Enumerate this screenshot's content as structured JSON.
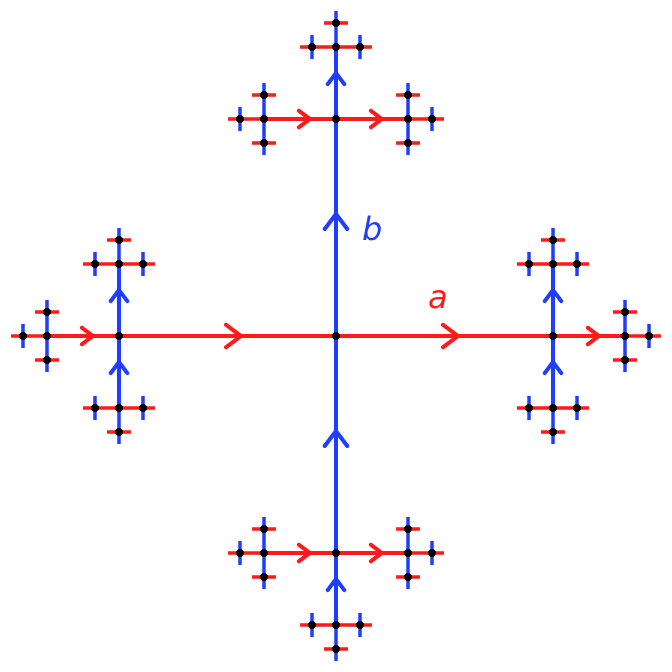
{
  "diagram": {
    "generator_a": {
      "label": "a",
      "color": "#ff1a1a",
      "direction": "right"
    },
    "generator_b": {
      "label": "b",
      "color": "#1f3dff",
      "direction": "up"
    },
    "node_color": "#000000",
    "depth": 4
  }
}
